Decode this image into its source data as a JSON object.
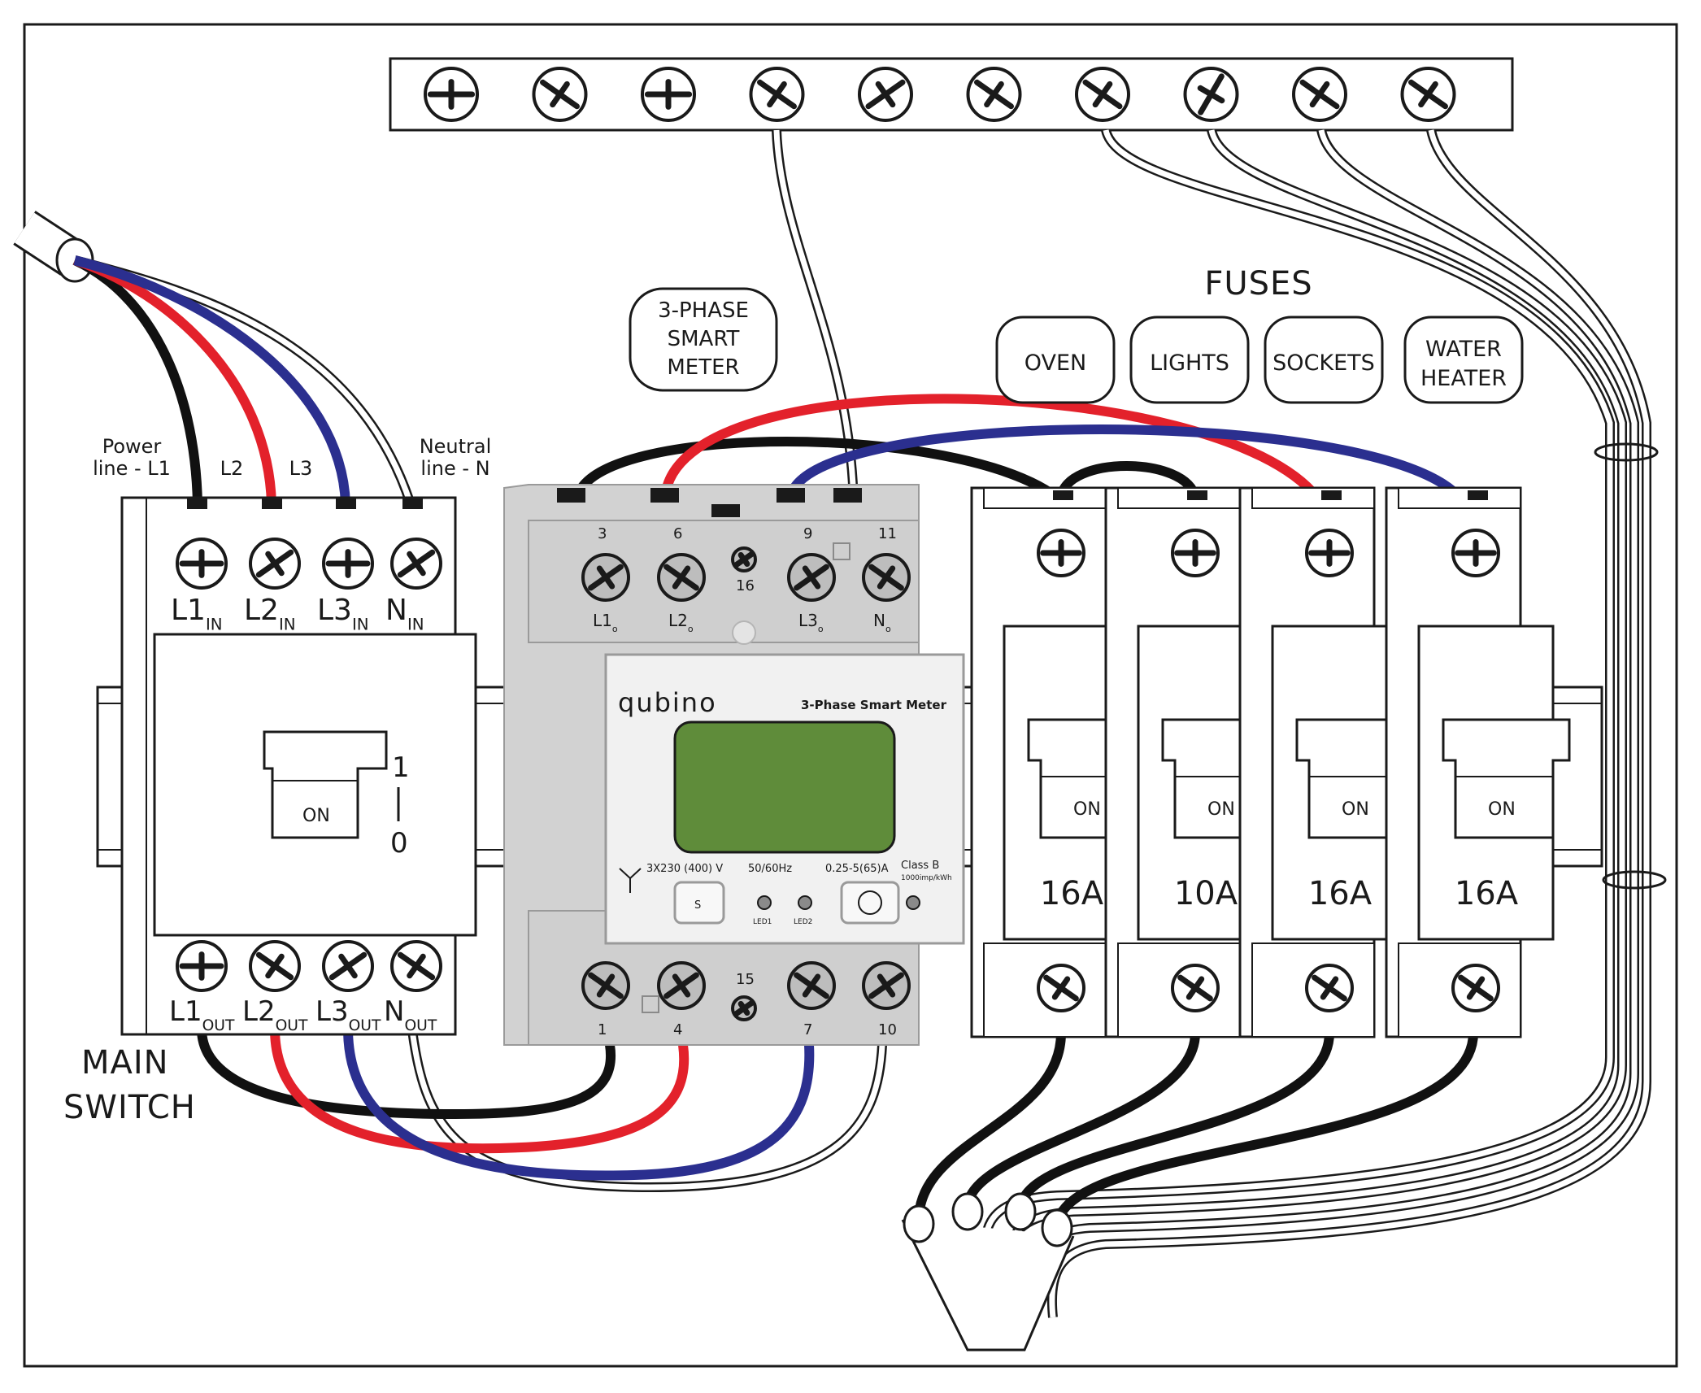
{
  "main_switch": {
    "title_lines": [
      "MAIN",
      "SWITCH"
    ],
    "inputs": [
      "Power line - L1",
      "L2",
      "L3",
      "Neutral line - N"
    ],
    "input_label_lines": [
      [
        "Power",
        "line - L1"
      ],
      [
        "L2"
      ],
      [
        "L3"
      ],
      [
        "Neutral",
        "line - N"
      ]
    ],
    "terminals_in": [
      {
        "main": "L1",
        "sub": "IN"
      },
      {
        "main": "L2",
        "sub": "IN"
      },
      {
        "main": "L3",
        "sub": "IN"
      },
      {
        "main": "N",
        "sub": "IN"
      }
    ],
    "terminals_out": [
      {
        "main": "L1",
        "sub": "OUT"
      },
      {
        "main": "L2",
        "sub": "OUT"
      },
      {
        "main": "L3",
        "sub": "OUT"
      },
      {
        "main": "N",
        "sub": "OUT"
      }
    ],
    "toggle_label": "ON",
    "position_on": "1",
    "position_off": "0"
  },
  "meter": {
    "callout_lines": [
      "3-PHASE",
      "SMART",
      "METER"
    ],
    "brand": "qubino",
    "model": "3-Phase Smart Meter",
    "top_terminal_numbers": [
      "3",
      "6",
      "9",
      "11"
    ],
    "top_center_number": "16",
    "top_terminal_labels": [
      {
        "main": "L1",
        "sub": "o"
      },
      {
        "main": "L2",
        "sub": "o"
      },
      {
        "main": "L3",
        "sub": "o"
      },
      {
        "main": "N",
        "sub": "o"
      }
    ],
    "bottom_terminal_numbers": [
      "1",
      "4",
      "7",
      "10"
    ],
    "bottom_center_number": "15",
    "spec_voltage": "3X230 (400) V",
    "spec_freq": "50/60Hz",
    "spec_current": "0.25-5(65)A",
    "spec_class": "Class B",
    "spec_impulse": "1000imp/kWh",
    "button_s": "S",
    "led1": "LED1",
    "led2": "LED2"
  },
  "fuses": {
    "title": "FUSES",
    "circuits": [
      [
        "OVEN"
      ],
      [
        "LIGHTS"
      ],
      [
        "SOCKETS"
      ],
      [
        "WATER",
        "HEATER"
      ]
    ],
    "breakers": [
      {
        "rating": "16A",
        "toggle": "ON"
      },
      {
        "rating": "10A",
        "toggle": "ON"
      },
      {
        "rating": "16A",
        "toggle": "ON"
      },
      {
        "rating": "16A",
        "toggle": "ON"
      }
    ]
  },
  "colors": {
    "l1_wire": "#111111",
    "l2_wire": "#e3212b",
    "l3_wire": "#2b2f8f",
    "neutral_wire": "#ffffff",
    "meter_body": "#d2d2d2",
    "meter_display": "#5f8c3a"
  }
}
